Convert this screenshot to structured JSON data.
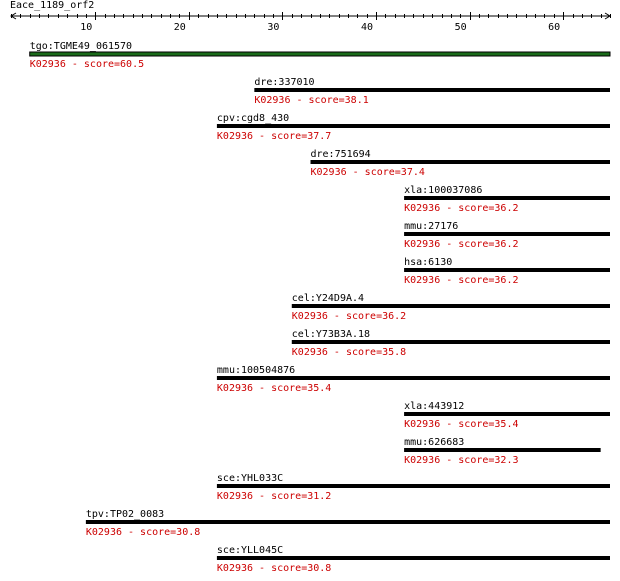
{
  "query": {
    "name": "Eace_1189_orf2",
    "length": 65
  },
  "axis": {
    "min": 1,
    "max": 65,
    "ticks": [
      10,
      20,
      30,
      40,
      50,
      60
    ]
  },
  "colors": {
    "hit_label": "#000000",
    "score_label": "#cc0000",
    "bar": "#000000",
    "best_hit_bar": "#1a6b1a"
  },
  "hits": [
    {
      "id": "tgo:TGME49_061570",
      "ko": "K02936",
      "score": "60.5",
      "start": 3,
      "end": 65,
      "best": true
    },
    {
      "id": "dre:337010",
      "ko": "K02936",
      "score": "38.1",
      "start": 27,
      "end": 65
    },
    {
      "id": "cpv:cgd8_430",
      "ko": "K02936",
      "score": "37.7",
      "start": 23,
      "end": 65
    },
    {
      "id": "dre:751694",
      "ko": "K02936",
      "score": "37.4",
      "start": 33,
      "end": 65
    },
    {
      "id": "xla:100037086",
      "ko": "K02936",
      "score": "36.2",
      "start": 43,
      "end": 65
    },
    {
      "id": "mmu:27176",
      "ko": "K02936",
      "score": "36.2",
      "start": 43,
      "end": 65
    },
    {
      "id": "hsa:6130",
      "ko": "K02936",
      "score": "36.2",
      "start": 43,
      "end": 65
    },
    {
      "id": "cel:Y24D9A.4",
      "ko": "K02936",
      "score": "36.2",
      "start": 31,
      "end": 65
    },
    {
      "id": "cel:Y73B3A.18",
      "ko": "K02936",
      "score": "35.8",
      "start": 31,
      "end": 65
    },
    {
      "id": "mmu:100504876",
      "ko": "K02936",
      "score": "35.4",
      "start": 23,
      "end": 65
    },
    {
      "id": "xla:443912",
      "ko": "K02936",
      "score": "35.4",
      "start": 43,
      "end": 65
    },
    {
      "id": "mmu:626683",
      "ko": "K02936",
      "score": "32.3",
      "start": 43,
      "end": 64
    },
    {
      "id": "sce:YHL033C",
      "ko": "K02936",
      "score": "31.2",
      "start": 23,
      "end": 65
    },
    {
      "id": "tpv:TP02_0083",
      "ko": "K02936",
      "score": "30.8",
      "start": 9,
      "end": 65
    },
    {
      "id": "sce:YLL045C",
      "ko": "K02936",
      "score": "30.8",
      "start": 23,
      "end": 65
    }
  ]
}
